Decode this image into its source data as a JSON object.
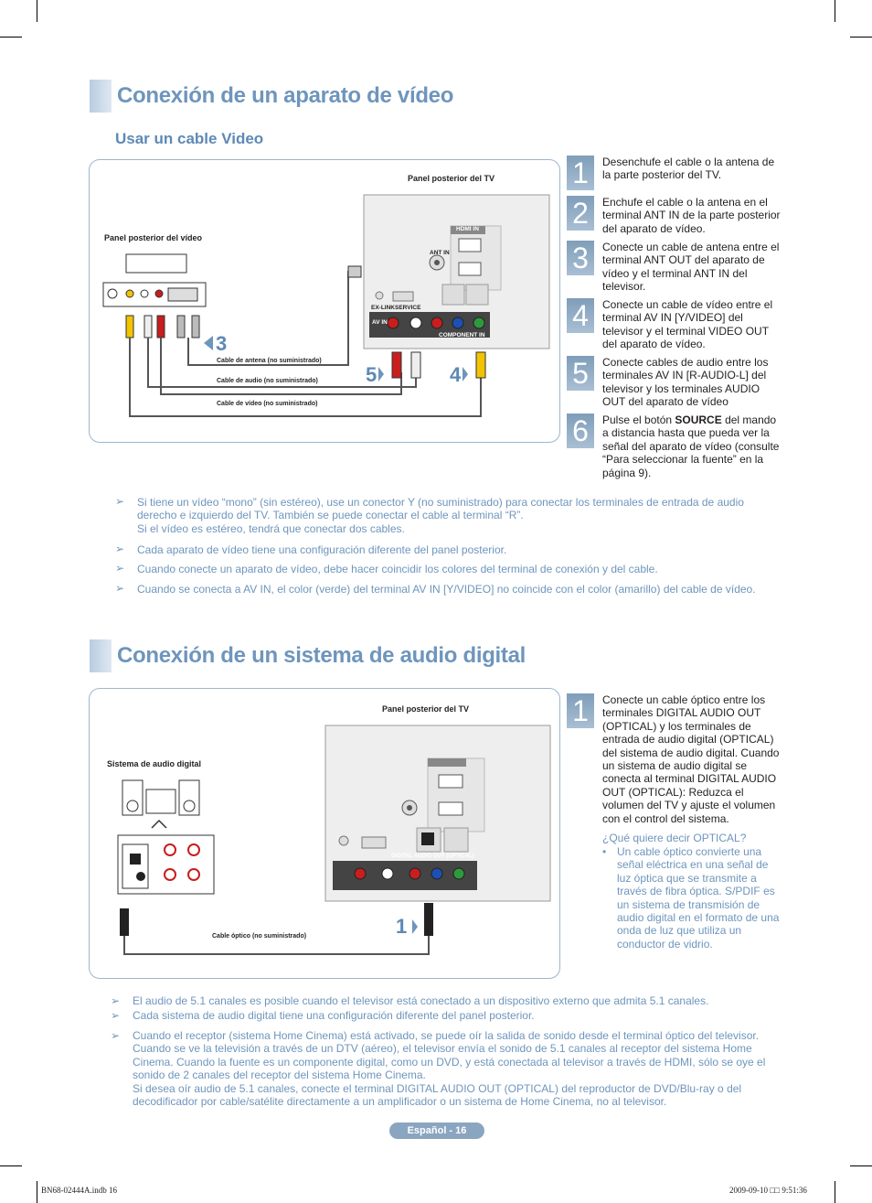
{
  "section1": {
    "title": "Conexión de un aparato de vídeo",
    "subtitle": "Usar un cable Video",
    "diagram": {
      "tv_panel_label": "Panel posterior del TV",
      "video_panel_label": "Panel posterior del vídeo",
      "ant_in": "ANT IN",
      "hdmi_in": "HDMI IN",
      "ex_link": "EX-LINK",
      "service": "SERVICE",
      "av_in": "AV IN",
      "component_in": "COMPONENT IN",
      "cable_antenna": "Cable de antena (no suministrado)",
      "cable_audio": "Cable de audio (no suministrado)",
      "cable_video": "Cable de vídeo (no suministrado)",
      "callout_3": "3",
      "callout_5": "5",
      "callout_4": "4"
    },
    "steps": [
      {
        "num": "1",
        "text": "Desenchufe el cable o la antena de la parte posterior del TV."
      },
      {
        "num": "2",
        "text": "Enchufe el cable o la antena en el terminal ANT IN de la parte posterior del aparato de vídeo."
      },
      {
        "num": "3",
        "text": "Conecte un cable de antena entre el terminal ANT OUT del aparato de vídeo y el terminal ANT IN del televisor."
      },
      {
        "num": "4",
        "text": "Conecte un cable de vídeo entre el terminal AV IN [Y/VIDEO] del televisor y el terminal VIDEO OUT del aparato de vídeo."
      },
      {
        "num": "5",
        "text": "Conecte cables de audio entre los terminales AV IN [R-AUDIO-L] del televisor y los terminales AUDIO OUT del aparato de vídeo"
      },
      {
        "num": "6",
        "text_a": "Pulse el botón ",
        "text_bold": "SOURCE",
        "text_b": " del mando a distancia hasta que pueda ver la señal del aparato de vídeo (consulte “Para seleccionar la fuente” en la página 9)."
      }
    ],
    "notes": [
      "Si tiene un vídeo “mono” (sin estéreo), use un conector Y (no suministrado) para conectar los terminales de entrada de audio derecho e izquierdo del TV. También se puede conectar el cable al terminal “R”.\nSi el vídeo es estéreo, tendrá que conectar dos cables.",
      "Cada aparato de vídeo tiene una configuración diferente del panel posterior.",
      "Cuando conecte un aparato de vídeo, debe hacer coincidir los colores del terminal de conexión y del cable.",
      "Cuando se conecta a AV IN, el color (verde)  del terminal AV IN [Y/VIDEO] no coincide con el color (amarillo) del cable de vídeo."
    ]
  },
  "section2": {
    "title": "Conexión de un sistema de audio digital",
    "diagram": {
      "tv_panel_label": "Panel posterior del TV",
      "system_label": "Sistema de audio digital",
      "cable_optical": "Cable óptico (no suministrado)",
      "digital_audio_out": "DIGITAL AUDIO OUT (OPTICAL)",
      "callout_1": "1"
    },
    "step": {
      "num": "1",
      "text": "Conecte un cable óptico entre los terminales DIGITAL AUDIO OUT (OPTICAL) y los terminales de entrada de audio digital (OPTICAL) del sistema de audio digital. Cuando un sistema de audio digital se conecta al terminal DIGITAL AUDIO OUT (OPTICAL): Reduzca el volumen del TV y ajuste el volumen con el control del sistema."
    },
    "question": "¿Qué quiere decir OPTICAL?",
    "bullet": "Un cable óptico convierte una señal eléctrica en una señal de luz óptica que se transmite a través de fibra óptica. S/PDIF es un sistema de transmisión de audio digital en el formato de una onda de luz que utiliza un conductor de vidrio.",
    "notes": [
      "El audio de 5.1 canales es posible cuando el televisor está conectado a un dispositivo externo que admita 5.1 canales.",
      "Cada sistema de audio digital tiene una configuración diferente del panel posterior.",
      "Cuando el receptor (sistema Home Cinema) está activado, se puede oír la salida de sonido desde el terminal óptico del televisor. Cuando se ve la televisión a través de un DTV (aéreo), el televisor envía el sonido de 5.1 canales al receptor del sistema Home Cinema. Cuando la fuente es un componente digital, como un DVD, y está conectada al televisor a través de HDMI, sólo se oye el sonido de 2 canales del receptor del sistema Home Cinema.\nSi desea oír audio de 5.1 canales, conecte el terminal DIGITAL AUDIO OUT (OPTICAL) del reproductor de DVD/Blu-ray o del decodificador por cable/satélite directamente a un amplificador o un sistema de Home Cinema, no al televisor."
    ]
  },
  "page_label": "Español - 16",
  "footer_left": "BN68-02444A.indb   16",
  "footer_right": "2009-09-10   □□ 9:51:36",
  "note_glyph": "➢",
  "bullet_glyph": "•"
}
